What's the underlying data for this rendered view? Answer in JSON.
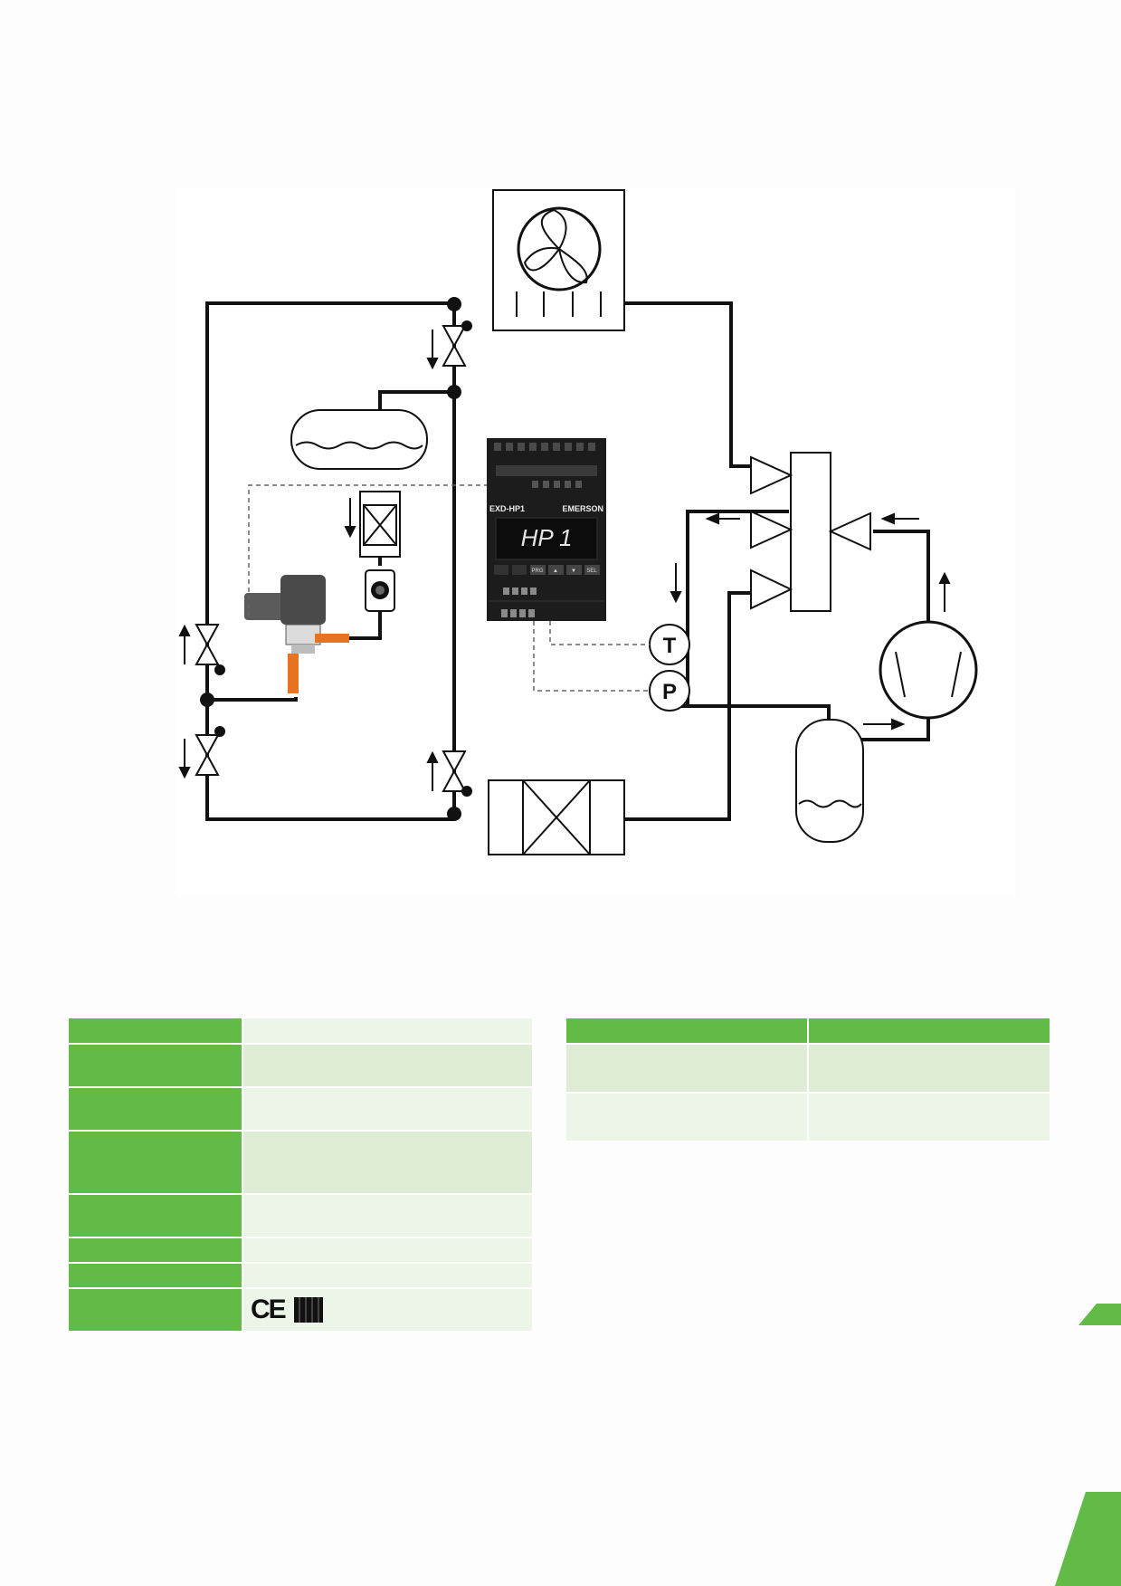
{
  "controller": {
    "model_label": "EXD-HP1",
    "brand_label": "EMERSON",
    "display_text": "HP 1",
    "buttons": [
      "PRG",
      "▲",
      "▼",
      "SEL"
    ]
  },
  "sensors": {
    "temperature": "T",
    "pressure": "P"
  },
  "colors": {
    "accent_green": "#62bb46",
    "row_light": "#edf5e8",
    "row_mid": "#dfedd6",
    "valve_orange": "#e8731e"
  },
  "table_left": {
    "rows": [
      {
        "height": 28,
        "tone": "light"
      },
      {
        "height": 48,
        "tone": "mid"
      },
      {
        "height": 48,
        "tone": "light"
      },
      {
        "height": 70,
        "tone": "mid"
      },
      {
        "height": 48,
        "tone": "light"
      },
      {
        "height": 28,
        "tone": "light"
      },
      {
        "height": 28,
        "tone": "light"
      },
      {
        "height": 48,
        "tone": "light",
        "certification": true
      }
    ],
    "certification_marks": [
      "CE"
    ]
  },
  "table_right": {
    "rows": [
      {
        "height": 28,
        "tone": "header"
      },
      {
        "height": 54,
        "tone": "mid"
      },
      {
        "height": 54,
        "tone": "light"
      }
    ]
  }
}
